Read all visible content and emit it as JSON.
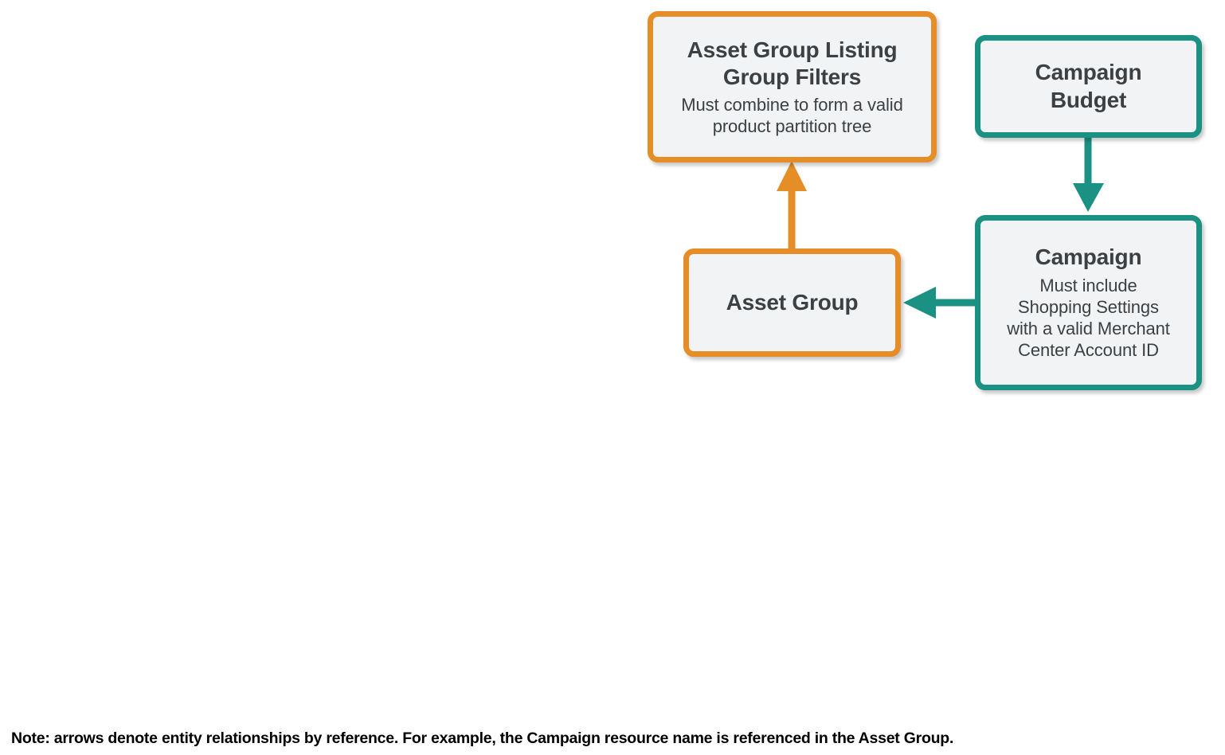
{
  "diagram": {
    "type": "entity-relationship-flow",
    "background_color": "#FFFFFF",
    "node_fill_color": "#F1F3F4",
    "orange_color": "#E58D27",
    "teal_color": "#1A9183",
    "text_color": "#3C4043",
    "nodes": [
      {
        "id": "asset-group-listing-group-filters",
        "title": "Asset Group Listing Group Filters",
        "title_line_1": "Asset Group Listing",
        "title_line_2": "Group Filters",
        "subtitle": "Must combine to form a valid product partition tree",
        "subtitle_line_1": "Must combine to form a valid",
        "subtitle_line_2": "product partition tree",
        "color": "#E58D27"
      },
      {
        "id": "campaign-budget",
        "title": "Campaign Budget",
        "title_line_1": "Campaign",
        "title_line_2": "Budget",
        "subtitle": "",
        "color": "#1A9183"
      },
      {
        "id": "asset-group",
        "title": "Asset Group",
        "title_line_1": "Asset Group",
        "title_line_2": "",
        "subtitle": "",
        "color": "#E58D27"
      },
      {
        "id": "campaign",
        "title": "Campaign",
        "title_line_1": "Campaign",
        "title_line_2": "",
        "subtitle": "Must include Shopping Settings with a valid Merchant Center Account ID",
        "subtitle_line_1": "Must include",
        "subtitle_line_2": "Shopping Settings",
        "subtitle_line_3": "with a valid Merchant",
        "subtitle_line_4": "Center Account ID",
        "color": "#1A9183"
      }
    ],
    "edges": [
      {
        "id": "asset-group-to-filters",
        "from": "asset-group",
        "to": "asset-group-listing-group-filters",
        "direction": "up",
        "color": "#E58D27"
      },
      {
        "id": "campaign-budget-to-campaign",
        "from": "campaign-budget",
        "to": "campaign",
        "direction": "down",
        "color": "#1A9183"
      },
      {
        "id": "campaign-to-asset-group",
        "from": "campaign",
        "to": "asset-group",
        "direction": "left",
        "color": "#1A9183"
      }
    ]
  },
  "footnote": {
    "text": "Note: arrows denote entity relationships by reference. For example, the Campaign resource name is referenced in the Asset Group."
  }
}
